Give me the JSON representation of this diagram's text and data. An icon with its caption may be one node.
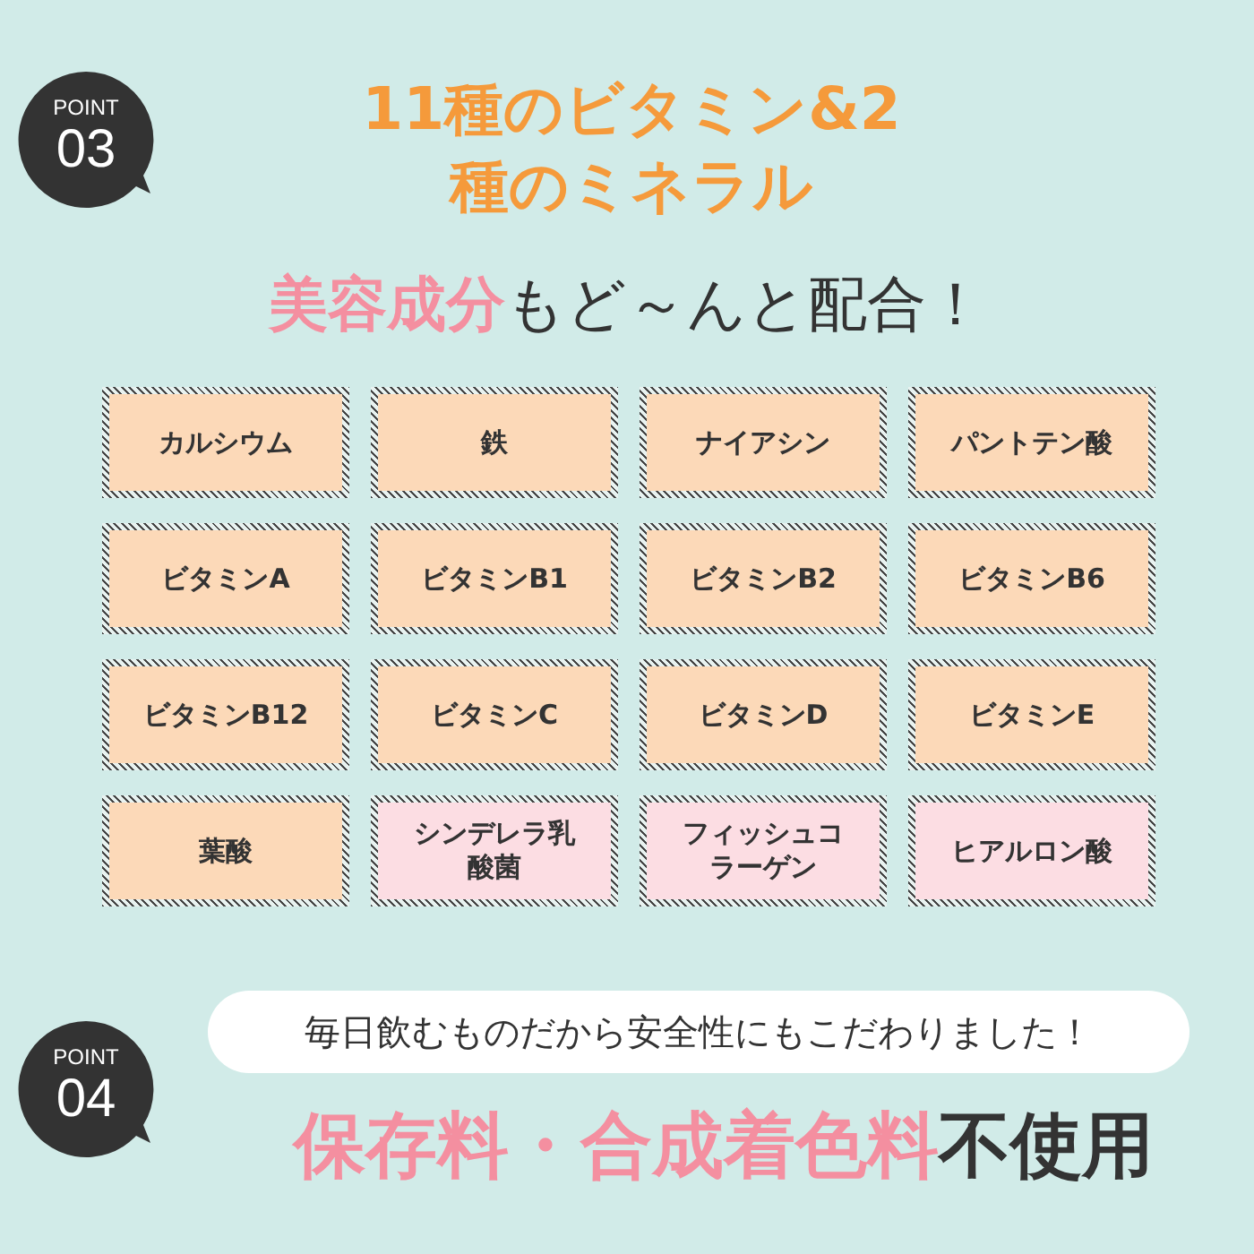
{
  "diagram": {
    "title": "11種のビタミン&2種のミネラル",
    "nodes": [
      {
        "text": [
          "POINT",
          "03"
        ]
      },
      {
        "text": [
          "カルシウム"
        ]
      },
      {
        "text": [
          "鉄"
        ]
      },
      {
        "text": [
          "ナイアシン"
        ]
      },
      {
        "text": [
          "パントテン酸"
        ]
      },
      {
        "text": [
          "ビタミンA"
        ]
      },
      {
        "text": [
          "ビタミンB1"
        ]
      },
      {
        "text": [
          "ビタミンB2"
        ]
      },
      {
        "text": [
          "ビタミンB6"
        ]
      },
      {
        "text": [
          "ビタミンB12"
        ]
      },
      {
        "text": [
          "ビタミンC"
        ]
      },
      {
        "text": [
          "ビタミンD"
        ]
      },
      {
        "text": [
          "ビタミンE"
        ]
      },
      {
        "text": [
          "葉酸"
        ]
      },
      {
        "text": [
          "シンデレラ乳酸菌"
        ]
      },
      {
        "text": [
          "フィッシュコラーゲン"
        ]
      },
      {
        "text": [
          "ヒアルロン酸"
        ]
      },
      {
        "text": [
          "POINT",
          "04"
        ]
      },
      {
        "text": [
          "毎日飲むものだから安全性にもこだわりました！"
        ]
      }
    ],
    "labels": [
      "**美容成分**もど～んと配合！",
      "**保存料・合成着色料**不使用"
    ]
  }
}
